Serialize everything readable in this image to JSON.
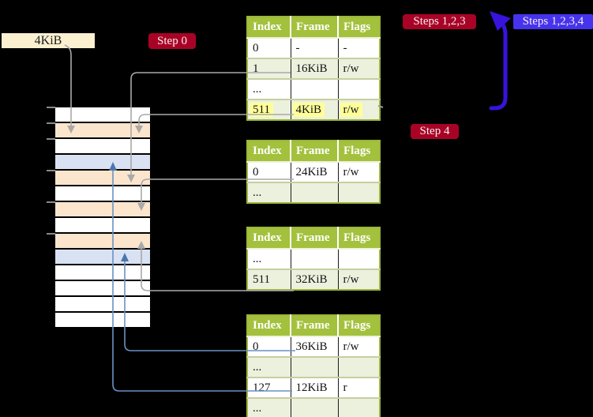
{
  "labels": {
    "frame_size": "4KiB"
  },
  "badges": {
    "step0": "Step 0",
    "steps123": "Steps 1,2,3",
    "steps1234": "Steps 1,2,3,4",
    "step4": "Step 4"
  },
  "colors": {
    "header_green": "#A3C13C",
    "row_green": "#EBF1DD",
    "highlight_yellow": "#FFFF99",
    "badge_red": "#A80326",
    "badge_blue": "#4633EE",
    "arrow_blue_bold": "#3813DC",
    "connector_grey": "#A9A9A9",
    "connector_blue": "#6A91C4",
    "label_cream": "#FBF0D0",
    "memory": {
      "white": "#FFFFFF",
      "orange": "#FCE5CD",
      "blue": "#D9E2F3"
    }
  },
  "tables": [
    {
      "name": "page-table-1",
      "headers": [
        "Index",
        "Frame",
        "Flags"
      ],
      "rows": [
        {
          "cells": [
            "0",
            "-",
            "-"
          ],
          "shaded": false,
          "highlighted": false
        },
        {
          "cells": [
            "1",
            "16KiB",
            "r/w"
          ],
          "shaded": true,
          "highlighted": false
        },
        {
          "cells": [
            "...",
            "",
            ""
          ],
          "shaded": false,
          "highlighted": false
        },
        {
          "cells": [
            "511",
            "4KiB",
            "r/w"
          ],
          "shaded": true,
          "highlighted": true
        }
      ]
    },
    {
      "name": "page-table-2",
      "headers": [
        "Index",
        "Frame",
        "Flags"
      ],
      "rows": [
        {
          "cells": [
            "0",
            "24KiB",
            "r/w"
          ],
          "shaded": false,
          "highlighted": false
        },
        {
          "cells": [
            "...",
            "",
            ""
          ],
          "shaded": true,
          "highlighted": false
        }
      ]
    },
    {
      "name": "page-table-3",
      "headers": [
        "Index",
        "Frame",
        "Flags"
      ],
      "rows": [
        {
          "cells": [
            "...",
            "",
            ""
          ],
          "shaded": false,
          "highlighted": false
        },
        {
          "cells": [
            "511",
            "32KiB",
            "r/w"
          ],
          "shaded": true,
          "highlighted": false
        }
      ]
    },
    {
      "name": "page-table-4",
      "headers": [
        "Index",
        "Frame",
        "Flags"
      ],
      "rows": [
        {
          "cells": [
            "0",
            "36KiB",
            "r/w"
          ],
          "shaded": false,
          "highlighted": false
        },
        {
          "cells": [
            "...",
            "",
            ""
          ],
          "shaded": true,
          "highlighted": false
        },
        {
          "cells": [
            "127",
            "12KiB",
            "r"
          ],
          "shaded": false,
          "highlighted": false
        },
        {
          "cells": [
            "...",
            "",
            ""
          ],
          "shaded": true,
          "highlighted": false
        }
      ]
    }
  ],
  "memory": {
    "rows": [
      "white",
      "orange",
      "white",
      "blue",
      "orange",
      "white",
      "orange",
      "white",
      "orange",
      "blue",
      "white",
      "white",
      "white",
      "white"
    ],
    "tick_boundaries": [
      0,
      1,
      2,
      4,
      6,
      8
    ]
  }
}
